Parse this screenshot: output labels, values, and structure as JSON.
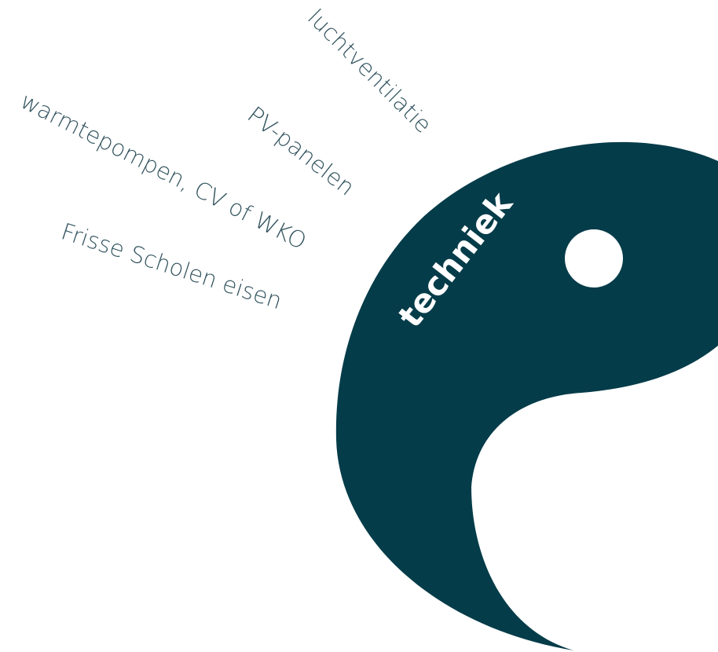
{
  "main_label": "techniek",
  "labels": [
    "luchtventilatie",
    "PV-panelen",
    "warmtepompen, CV of WKO",
    "Frisse Scholen eisen"
  ],
  "colors": {
    "shape": "#053c49",
    "text": "#33545f",
    "background": "#ffffff"
  }
}
